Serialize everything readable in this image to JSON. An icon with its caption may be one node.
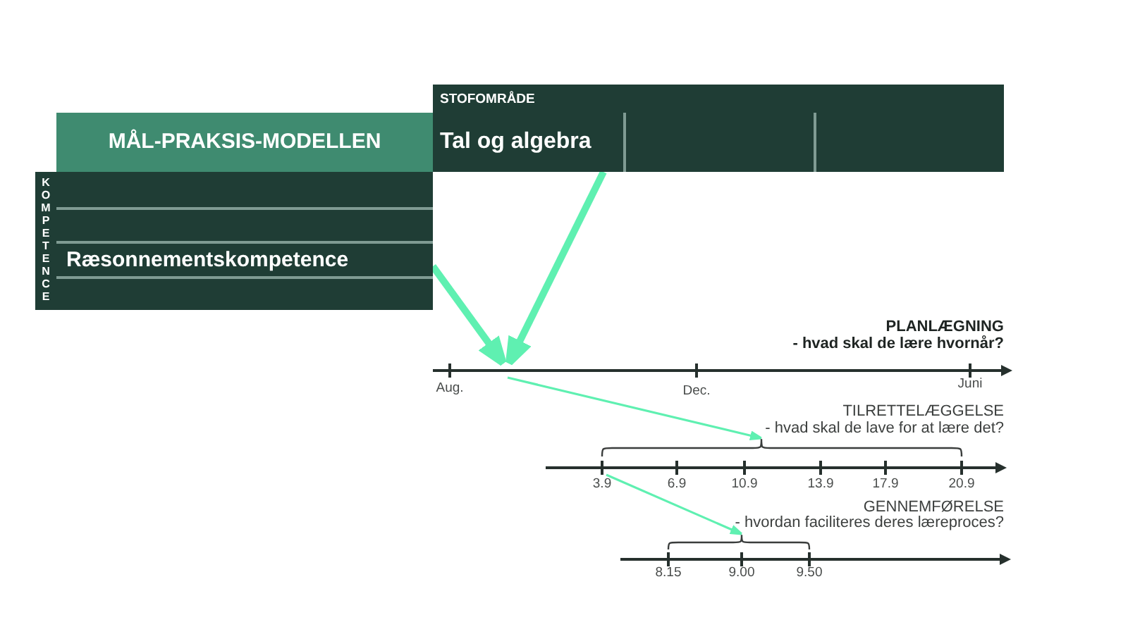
{
  "diagram": {
    "nodes": [
      {
        "text": [
          "MÅL-PRAKSIS-MODELLEN"
        ]
      },
      {
        "text": [
          "KOMPETENCE"
        ]
      },
      {
        "text": [],
        "shape": "box",
        "in": 1
      },
      {
        "text": [],
        "shape": "box",
        "in": 1
      },
      {
        "text": [
          "Ræsonnementskompetence"
        ],
        "in": 1
      },
      {
        "text": [],
        "shape": "box",
        "in": 1
      },
      {
        "text": [
          "STOFOMRÅDE"
        ]
      },
      {
        "text": [
          "Tal og algebra"
        ],
        "in": 6
      },
      {
        "text": [],
        "shape": "box",
        "in": 6
      },
      {
        "text": [],
        "shape": "box",
        "in": 6
      },
      {
        "text": [],
        "shape": "line",
        "beside": [
          "Aug.",
          "Dec.",
          "Juni"
        ]
      },
      {
        "text": [],
        "shape": "bracket"
      },
      {
        "text": [],
        "shape": "line",
        "beside": [
          "3.9",
          "6.9",
          "10.9",
          "13.9",
          "17.9",
          "20.9"
        ]
      },
      {
        "text": [],
        "shape": "bracket"
      },
      {
        "text": [],
        "shape": "line",
        "beside": [
          "8.15",
          "9.00",
          "9.50"
        ]
      }
    ],
    "edges": [
      {
        "from": 4,
        "to": 10,
        "arrow": "to",
        "style": "thick"
      },
      {
        "from": 7,
        "to": 10,
        "arrow": "to",
        "style": "thick"
      },
      {
        "from": 10,
        "to": 11,
        "arrow": "to"
      },
      {
        "from": 12,
        "to": 13,
        "arrow": "to"
      }
    ],
    "labels": [
      "PLANLÆGNING",
      "- hvad skal de lære hvornår?",
      "TILRETTELÆGGELSE",
      "- hvad skal de lave for at lære det?",
      "GENNEMFØRELSE",
      "- hvordan faciliteres deres læreproces?"
    ]
  }
}
